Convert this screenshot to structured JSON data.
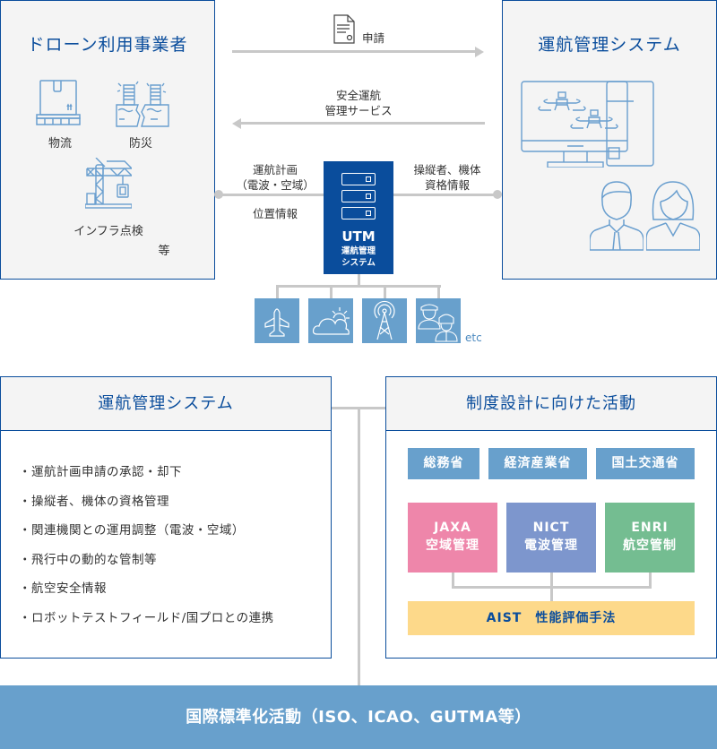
{
  "colors": {
    "navy": "#0a4d9c",
    "light_blue": "#68a0cc",
    "panel_bg": "#f4f4f4",
    "connector_gray": "#c8c8c8",
    "jaxa_pink": "#ee86aa",
    "nict_purple": "#7d96cd",
    "enri_green": "#74bd91",
    "aist_yellow": "#fdd98a"
  },
  "drone_operators": {
    "title": "ドローン利用事業者",
    "items": [
      {
        "label": "物流",
        "icon": "package-pallet-icon"
      },
      {
        "label": "防災",
        "icon": "disaster-buildings-icon"
      },
      {
        "label": "インフラ点検",
        "icon": "crane-icon"
      }
    ],
    "etc": "等"
  },
  "operation_system_top": {
    "title": "運航管理システム",
    "icons": [
      "monitor-drones-icon",
      "male-operator-icon",
      "female-operator-icon"
    ]
  },
  "flows": {
    "application": {
      "label": "申請",
      "icon": "document-icon",
      "direction": "right"
    },
    "safety_service": {
      "line1": "安全運航",
      "line2": "管理サービス",
      "direction": "left"
    },
    "flight_plan": {
      "line1": "運航計画",
      "line2": "（電波・空域）",
      "below": "位置情報"
    },
    "qualification": {
      "line1": "操縦者、機体",
      "line2": "資格情報"
    }
  },
  "utm": {
    "title": "UTM",
    "sub1": "運航管理",
    "sub2": "システム",
    "icon": "server-icon"
  },
  "services": {
    "icons": [
      "airplane-icon",
      "weather-icon",
      "radio-tower-icon",
      "police-firefighter-icon"
    ],
    "etc": "etc"
  },
  "left_panel": {
    "title": "運航管理システム",
    "items": [
      "・運航計画申請の承認・却下",
      "・操縦者、機体の資格管理",
      "・関連機関との運用調整（電波・空域）",
      "・飛行中の動的な管制等",
      "・航空安全情報",
      "・ロボットテストフィールド/国プロとの連携"
    ]
  },
  "right_panel": {
    "title": "制度設計に向けた活動",
    "ministries": [
      "総務省",
      "経済産業省",
      "国土交通省"
    ],
    "agencies": [
      {
        "name": "JAXA",
        "role": "空域管理"
      },
      {
        "name": "NICT",
        "role": "電波管理"
      },
      {
        "name": "ENRI",
        "role": "航空管制"
      }
    ],
    "aist": "AIST　性能評価手法"
  },
  "footer": {
    "label": "国際標準化活動（ISO、ICAO、GUTMA等）"
  }
}
